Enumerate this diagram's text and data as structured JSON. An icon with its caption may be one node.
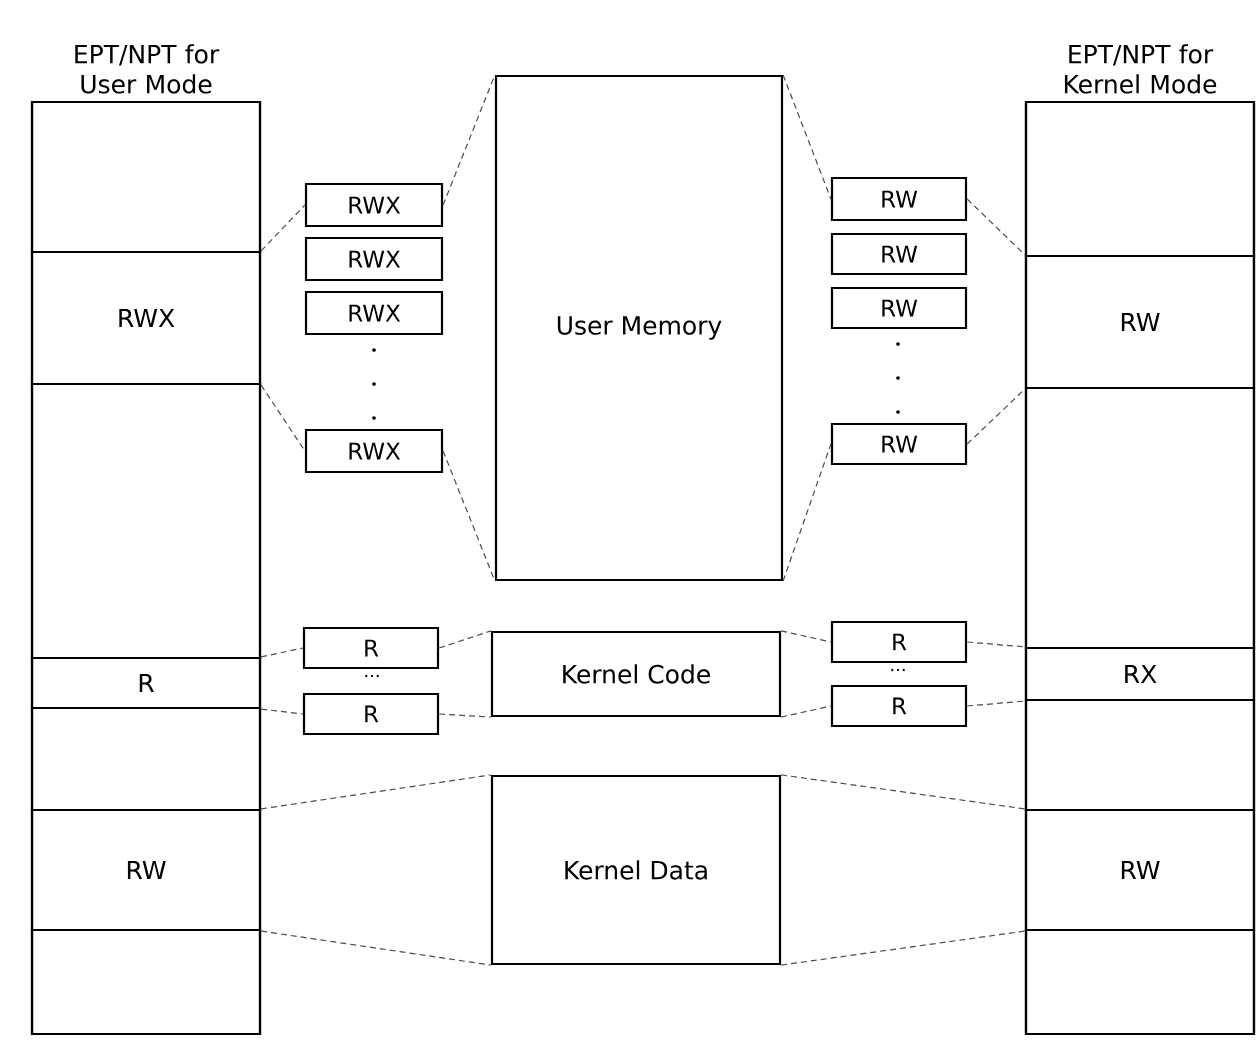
{
  "diagram": {
    "nodes": [
      {
        "text": [
          "EPT/NPT for User Mode"
        ]
      },
      {
        "text": [],
        "shape": "box",
        "in": 0
      },
      {
        "text": [
          "RWX"
        ],
        "in": 0
      },
      {
        "text": [],
        "shape": "box",
        "in": 0
      },
      {
        "text": [
          "R"
        ],
        "in": 0
      },
      {
        "text": [],
        "shape": "box",
        "in": 0
      },
      {
        "text": [
          "RW"
        ],
        "in": 0
      },
      {
        "text": [],
        "shape": "box",
        "in": 0
      },
      {
        "text": [
          "RWX"
        ]
      },
      {
        "text": [
          "RWX"
        ]
      },
      {
        "text": [
          "RWX"
        ]
      },
      {
        "text": [
          "RWX"
        ]
      },
      {
        "text": [
          "User Memory"
        ]
      },
      {
        "text": [
          "RW"
        ]
      },
      {
        "text": [
          "RW"
        ]
      },
      {
        "text": [
          "RW"
        ]
      },
      {
        "text": [
          "RW"
        ]
      },
      {
        "text": [
          "EPT/NPT for Kernel Mode"
        ]
      },
      {
        "text": [],
        "shape": "box",
        "in": 17
      },
      {
        "text": [
          "RW"
        ],
        "in": 17
      },
      {
        "text": [],
        "shape": "box",
        "in": 17
      },
      {
        "text": [
          "RX"
        ],
        "in": 17
      },
      {
        "text": [],
        "shape": "box",
        "in": 17
      },
      {
        "text": [
          "RW"
        ],
        "in": 17
      },
      {
        "text": [],
        "shape": "box",
        "in": 17
      },
      {
        "text": [
          "R"
        ]
      },
      {
        "text": [
          "R"
        ]
      },
      {
        "text": [
          "Kernel Code"
        ]
      },
      {
        "text": [
          "R"
        ]
      },
      {
        "text": [
          "R"
        ]
      },
      {
        "text": [
          "Kernel Data"
        ]
      }
    ],
    "edges": [
      {
        "from": 2,
        "to": 8,
        "arrow": "none",
        "style": "dashed"
      },
      {
        "from": 2,
        "to": 11,
        "arrow": "none",
        "style": "dashed"
      },
      {
        "from": 8,
        "to": 12,
        "arrow": "none",
        "style": "dashed"
      },
      {
        "from": 11,
        "to": 12,
        "arrow": "none",
        "style": "dashed"
      },
      {
        "from": 12,
        "to": 13,
        "arrow": "none",
        "style": "dashed"
      },
      {
        "from": 12,
        "to": 16,
        "arrow": "none",
        "style": "dashed"
      },
      {
        "from": 13,
        "to": 19,
        "arrow": "none",
        "style": "dashed"
      },
      {
        "from": 16,
        "to": 19,
        "arrow": "none",
        "style": "dashed"
      },
      {
        "from": 4,
        "to": 25,
        "arrow": "none",
        "style": "dashed"
      },
      {
        "from": 4,
        "to": 26,
        "arrow": "none",
        "style": "dashed"
      },
      {
        "from": 25,
        "to": 27,
        "arrow": "none",
        "style": "dashed"
      },
      {
        "from": 26,
        "to": 27,
        "arrow": "none",
        "style": "dashed"
      },
      {
        "from": 27,
        "to": 28,
        "arrow": "none",
        "style": "dashed"
      },
      {
        "from": 27,
        "to": 29,
        "arrow": "none",
        "style": "dashed"
      },
      {
        "from": 28,
        "to": 21,
        "arrow": "none",
        "style": "dashed"
      },
      {
        "from": 29,
        "to": 21,
        "arrow": "none",
        "style": "dashed"
      },
      {
        "from": 6,
        "to": 30,
        "arrow": "none",
        "style": "dashed"
      },
      {
        "from": 6,
        "to": 30,
        "arrow": "none",
        "style": "dashed"
      },
      {
        "from": 30,
        "to": 23,
        "arrow": "none",
        "style": "dashed"
      },
      {
        "from": 30,
        "to": 23,
        "arrow": "none",
        "style": "dashed"
      }
    ],
    "labels": [
      "...",
      "..."
    ]
  }
}
